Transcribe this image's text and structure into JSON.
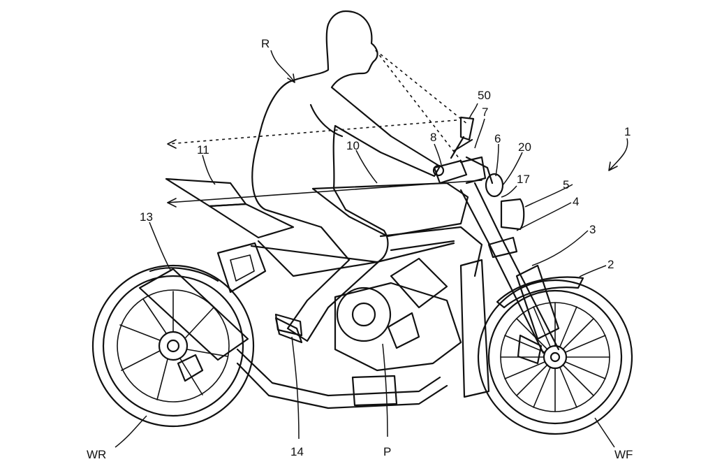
{
  "labels": {
    "rider": "R",
    "vehicle": "1",
    "front_fender": "2",
    "front_fork": "3",
    "steering_stem": "4",
    "headlight": "5",
    "meter": "6",
    "handlebar": "7",
    "grip": "8",
    "fuel_tank": "10",
    "seat": "11",
    "swing_arm": "13",
    "step": "14",
    "mirror_unit": "17",
    "camera": "20",
    "display": "50",
    "power_unit": "P",
    "rear_wheel": "WR",
    "front_wheel": "WF"
  }
}
